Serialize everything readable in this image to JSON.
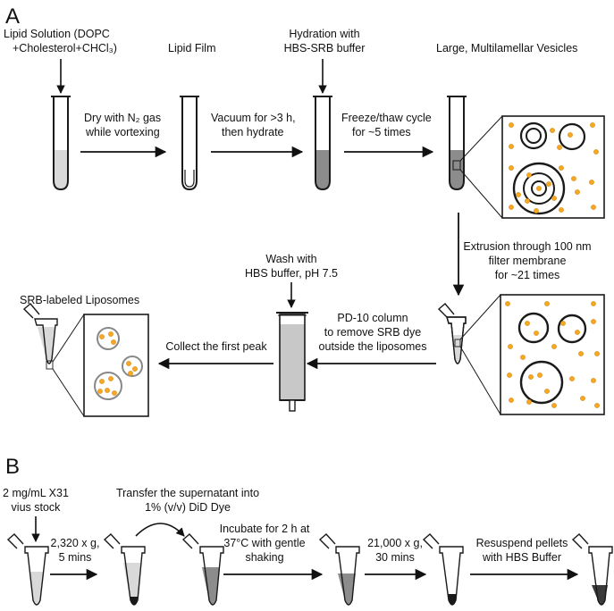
{
  "panels": {
    "a": "A",
    "b": "B"
  },
  "section_a": {
    "stage_titles": {
      "lipid_solution": [
        "Lipid Solution (DOPC",
        "+Cholesterol+CHCl₃)"
      ],
      "lipid_film": "Lipid Film",
      "hydration": [
        "Hydration with",
        "HBS-SRB buffer"
      ],
      "vesicles": "Large, Multilamellar Vesicles",
      "liposomes": "SRB-labeled Liposomes"
    },
    "steps": {
      "dry": [
        "Dry with N₂ gas",
        "while vortexing"
      ],
      "vacuum": [
        "Vacuum for >3 h,",
        "then hydrate"
      ],
      "freeze_thaw": [
        "Freeze/thaw cycle",
        "for ~5 times"
      ],
      "extrusion": [
        "Extrusion through 100 nm",
        "filter membrane",
        "for ~21 times"
      ],
      "wash": [
        "Wash with",
        "HBS buffer, pH 7.5"
      ],
      "pd10": [
        "PD-10 column",
        "to remove SRB dye",
        "outside the liposomes"
      ],
      "collect": "Collect the first peak"
    }
  },
  "section_b": {
    "stock": [
      "2 mg/mL X31",
      "vius stock"
    ],
    "transfer": [
      "Transfer the supernatant into",
      "1% (v/v) DiD Dye"
    ],
    "spin1": [
      "2,320 x g,",
      "5 mins"
    ],
    "incubate": [
      "Incubate for 2 h at",
      "37°C with gentle",
      "shaking"
    ],
    "spin2": [
      "21,000 x g,",
      "30 mins"
    ],
    "resuspend": [
      "Resuspend pellets",
      "with HBS Buffer"
    ]
  },
  "colors": {
    "line": "#1a1a1a",
    "light_fill": "#d9d9d9",
    "dark_fill": "#8c8c8c",
    "column_fill": "#c8c8c8",
    "dye_dot": "#f7a823",
    "dye_dot_edge": "#d98a12",
    "liposome_ring": "#888888"
  }
}
